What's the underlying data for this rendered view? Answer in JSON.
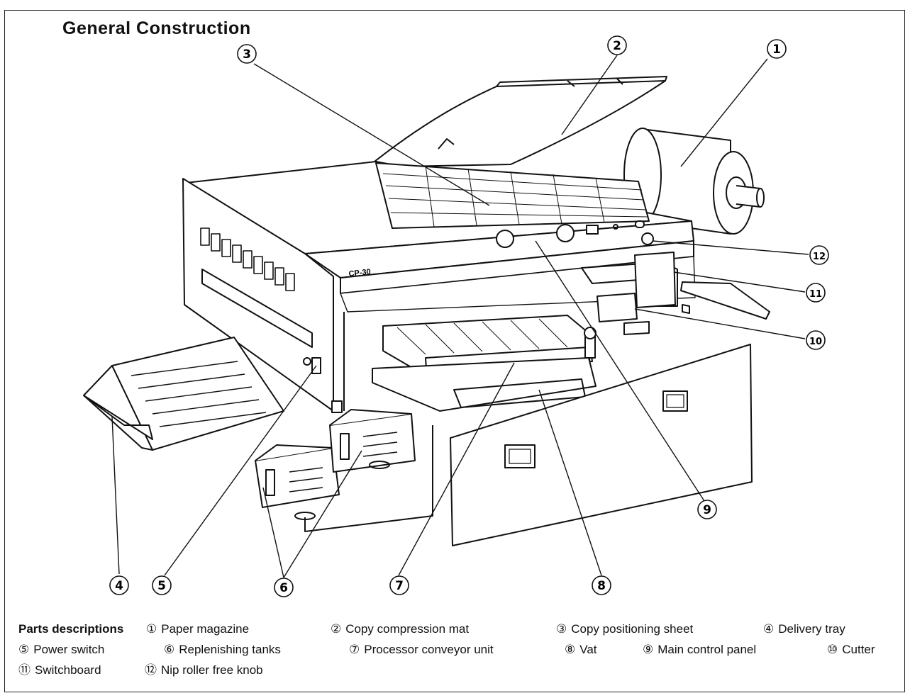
{
  "title": "General Construction",
  "callouts": [
    {
      "id": "1",
      "glyph": "①"
    },
    {
      "id": "2",
      "glyph": "②"
    },
    {
      "id": "3",
      "glyph": "③"
    },
    {
      "id": "4",
      "glyph": "④"
    },
    {
      "id": "5",
      "glyph": "⑤"
    },
    {
      "id": "6",
      "glyph": "⑥"
    },
    {
      "id": "7",
      "glyph": "⑦"
    },
    {
      "id": "8",
      "glyph": "⑧"
    },
    {
      "id": "9",
      "glyph": "⑨"
    },
    {
      "id": "10",
      "glyph": "⑩"
    },
    {
      "id": "11",
      "glyph": "⑪"
    },
    {
      "id": "12",
      "glyph": "⑫"
    }
  ],
  "machine_label": "CP-30",
  "legend": {
    "heading": "Parts descriptions",
    "items": [
      {
        "glyph": "①",
        "label": "Paper magazine"
      },
      {
        "glyph": "②",
        "label": "Copy compression mat"
      },
      {
        "glyph": "③",
        "label": "Copy positioning sheet"
      },
      {
        "glyph": "④",
        "label": "Delivery tray"
      },
      {
        "glyph": "⑤",
        "label": "Power switch"
      },
      {
        "glyph": "⑥",
        "label": "Replenishing tanks"
      },
      {
        "glyph": "⑦",
        "label": "Processor conveyor unit"
      },
      {
        "glyph": "⑧",
        "label": "Vat"
      },
      {
        "glyph": "⑨",
        "label": "Main control panel"
      },
      {
        "glyph": "⑩",
        "label": "Cutter"
      },
      {
        "glyph": "⑪",
        "label": "Switchboard"
      },
      {
        "glyph": "⑫",
        "label": "Nip roller free knob"
      }
    ]
  }
}
